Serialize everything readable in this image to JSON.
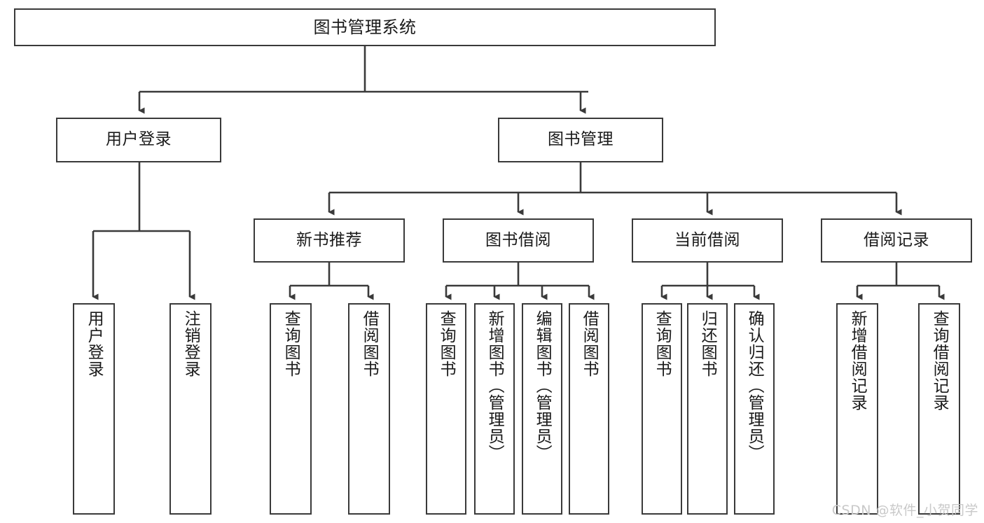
{
  "diagram": {
    "type": "tree",
    "title": "图书管理系统",
    "watermark": "CSDN @软件_小贺同学",
    "colors": {
      "box_border": "#3a3a3a",
      "box_fill": "#ffffff",
      "edge": "#3a3a3a",
      "text": "#1a1a1a",
      "watermark": "#c9c9c9"
    },
    "nodes": {
      "root": {
        "label": "图书管理系统"
      },
      "level2": [
        {
          "id": "user-login",
          "label": "用户登录"
        },
        {
          "id": "book-manage",
          "label": "图书管理"
        }
      ],
      "level3": [
        {
          "id": "new-book-recommend",
          "label": "新书推荐"
        },
        {
          "id": "book-borrow",
          "label": "图书借阅"
        },
        {
          "id": "current-borrow",
          "label": "当前借阅"
        },
        {
          "id": "borrow-record",
          "label": "借阅记录"
        }
      ],
      "leaves": {
        "user_login": [
          {
            "id": "leaf-user-login",
            "label": "用户登录"
          },
          {
            "id": "leaf-logout-login",
            "label": "注销登录"
          }
        ],
        "new_book_recommend": [
          {
            "id": "leaf-query-book-1",
            "label": "查询图书"
          },
          {
            "id": "leaf-borrow-book-1",
            "label": "借阅图书"
          }
        ],
        "book_borrow": [
          {
            "id": "leaf-query-book-2",
            "label": "查询图书"
          },
          {
            "id": "leaf-add-book",
            "label": "新增图书（管理员）"
          },
          {
            "id": "leaf-edit-book",
            "label": "编辑图书（管理员）"
          },
          {
            "id": "leaf-borrow-book-2",
            "label": "借阅图书"
          }
        ],
        "current_borrow": [
          {
            "id": "leaf-query-book-3",
            "label": "查询图书"
          },
          {
            "id": "leaf-return-book",
            "label": "归还图书"
          },
          {
            "id": "leaf-confirm-return",
            "label": "确认归还（管理员）"
          }
        ],
        "borrow_record": [
          {
            "id": "leaf-add-record",
            "label": "新增借阅记录"
          },
          {
            "id": "leaf-query-record",
            "label": "查询借阅记录"
          }
        ]
      }
    }
  }
}
